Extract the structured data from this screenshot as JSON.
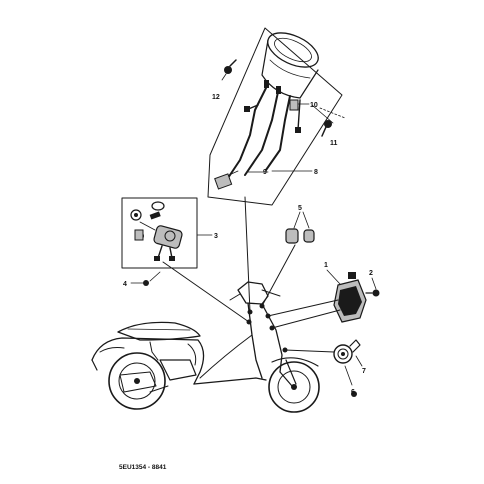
{
  "diagram": {
    "callouts": {
      "n1": "1",
      "n2": "2",
      "n3": "3",
      "n4": "4",
      "n5": "5",
      "n6": "6",
      "n7": "7",
      "n8": "8",
      "n9": "9",
      "n10": "10",
      "n11": "11",
      "n12": "12"
    },
    "drawing_code": "5EU1354 - 8841"
  }
}
